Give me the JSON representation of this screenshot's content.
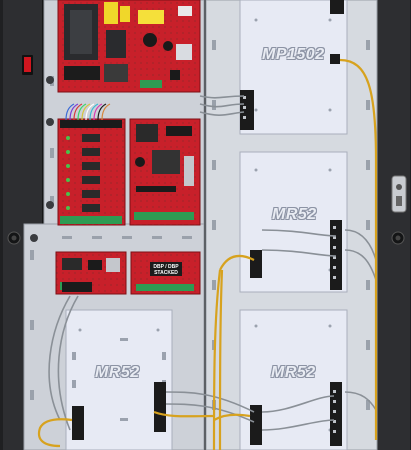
{
  "enclosure": {
    "colors": {
      "cabinet": "#2b2c2f",
      "mounting_plate": "#d2d6dc",
      "controller_panel": "#e6e9f3",
      "circuit_board": "#c8202a",
      "wire_yellow": "#d7a21e",
      "wire_gray": "#8a9097",
      "terminal": "#1b1b1b",
      "power_switch": "#d1161f"
    }
  },
  "panels": {
    "top_right": {
      "label": "MP1502"
    },
    "middle_right": {
      "label": "MR52"
    },
    "bottom_left": {
      "label": "MR52"
    },
    "bottom_right": {
      "label": "MR52"
    }
  },
  "boards": {
    "power_supply": {
      "icon": "power-supply-board"
    },
    "relay_board": {
      "icon": "relay-board"
    },
    "controller_board": {
      "icon": "controller-board"
    },
    "output_board": {
      "icon": "output-board"
    },
    "dbp_board": {
      "tag_line1": "DBP / DBP",
      "tag_line2": "STACKED"
    }
  }
}
